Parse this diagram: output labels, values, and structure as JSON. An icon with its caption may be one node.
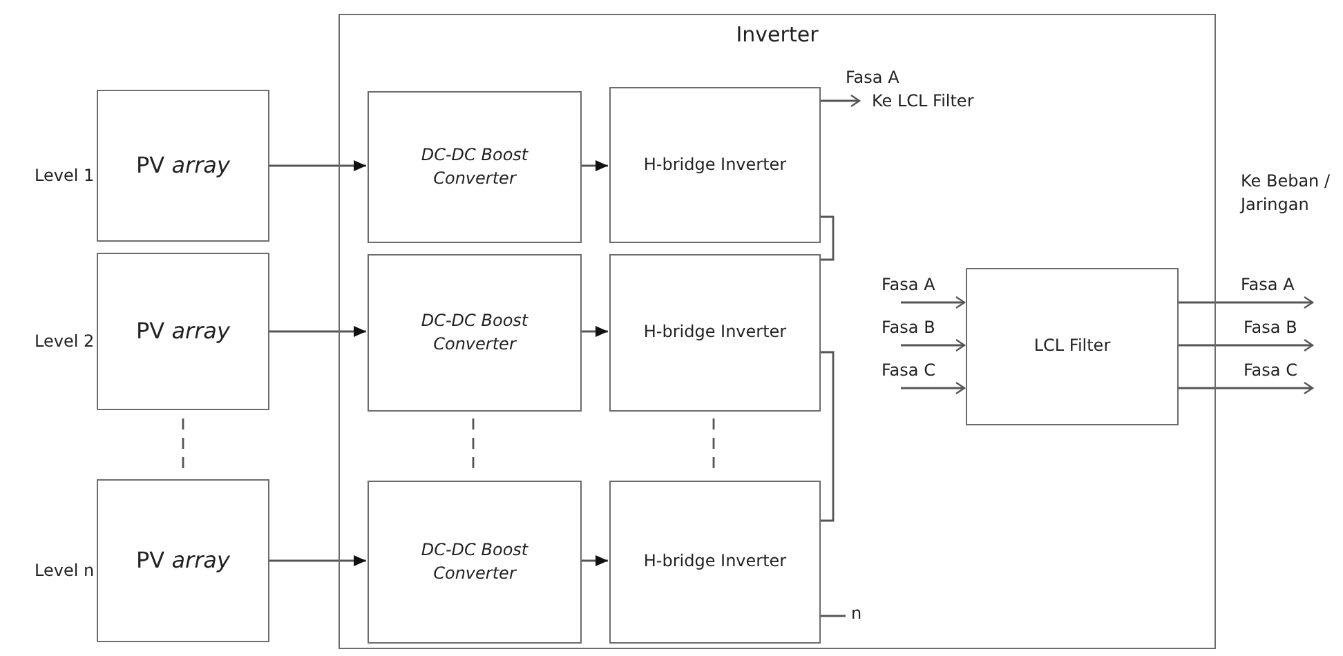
{
  "diagram": {
    "nodes": [
      {
        "text": [
          "Inverter"
        ]
      },
      {
        "text": [
          "PV *array*"
        ],
        "beside": [
          "Level 1"
        ]
      },
      {
        "text": [
          "DC-DC Boost Converter"
        ],
        "in": 0
      },
      {
        "text": [
          "H-bridge Inverter"
        ],
        "in": 0
      },
      {
        "text": [
          "PV *array*"
        ],
        "beside": [
          "Level 2"
        ]
      },
      {
        "text": [
          "DC-DC Boost Converter"
        ],
        "in": 0
      },
      {
        "text": [
          "H-bridge Inverter"
        ],
        "in": 0
      },
      {
        "text": [
          "PV *array*"
        ],
        "beside": [
          "Level n"
        ]
      },
      {
        "text": [
          "DC-DC Boost Converter"
        ],
        "in": 0
      },
      {
        "text": [
          "H-bridge Inverter"
        ],
        "in": 0
      },
      {
        "text": [
          "LCL Filter"
        ],
        "in": 0
      },
      {
        "text": [
          "Ke LCL Filter"
        ],
        "in": 0
      }
    ],
    "edges": [
      {
        "from": 1,
        "to": 2,
        "arrow": "to"
      },
      {
        "from": 2,
        "to": 3,
        "arrow": "to"
      },
      {
        "from": 4,
        "to": 5,
        "arrow": "to"
      },
      {
        "from": 5,
        "to": 6,
        "arrow": "to"
      },
      {
        "from": 7,
        "to": 8,
        "arrow": "to"
      },
      {
        "from": 8,
        "to": 9,
        "arrow": "to"
      },
      {
        "from": 4,
        "to": 7,
        "arrow": "none",
        "style": "dashed"
      },
      {
        "from": 5,
        "to": 8,
        "arrow": "none",
        "style": "dashed"
      },
      {
        "from": 6,
        "to": 9,
        "arrow": "none",
        "style": "dashed"
      },
      {
        "from": 3,
        "to": 6,
        "arrow": "none"
      },
      {
        "from": 6,
        "to": 9,
        "arrow": "none"
      },
      {
        "from": 3,
        "to": 11,
        "arrow": "to",
        "label": "Fasa A"
      },
      {
        "from": 9,
        "to": null,
        "arrow": "none",
        "label": "n"
      },
      {
        "from": null,
        "to": 10,
        "arrow": "to",
        "label": "Fasa A"
      },
      {
        "from": null,
        "to": 10,
        "arrow": "to",
        "label": "Fasa B"
      },
      {
        "from": null,
        "to": 10,
        "arrow": "to",
        "label": "Fasa C"
      },
      {
        "from": 10,
        "to": null,
        "arrow": "to",
        "label": "Fasa A"
      },
      {
        "from": 10,
        "to": null,
        "arrow": "to",
        "label": "Fasa B"
      },
      {
        "from": 10,
        "to": null,
        "arrow": "to",
        "label": "Fasa C"
      }
    ],
    "labels": [
      "Ke Beban / Jaringan"
    ]
  }
}
